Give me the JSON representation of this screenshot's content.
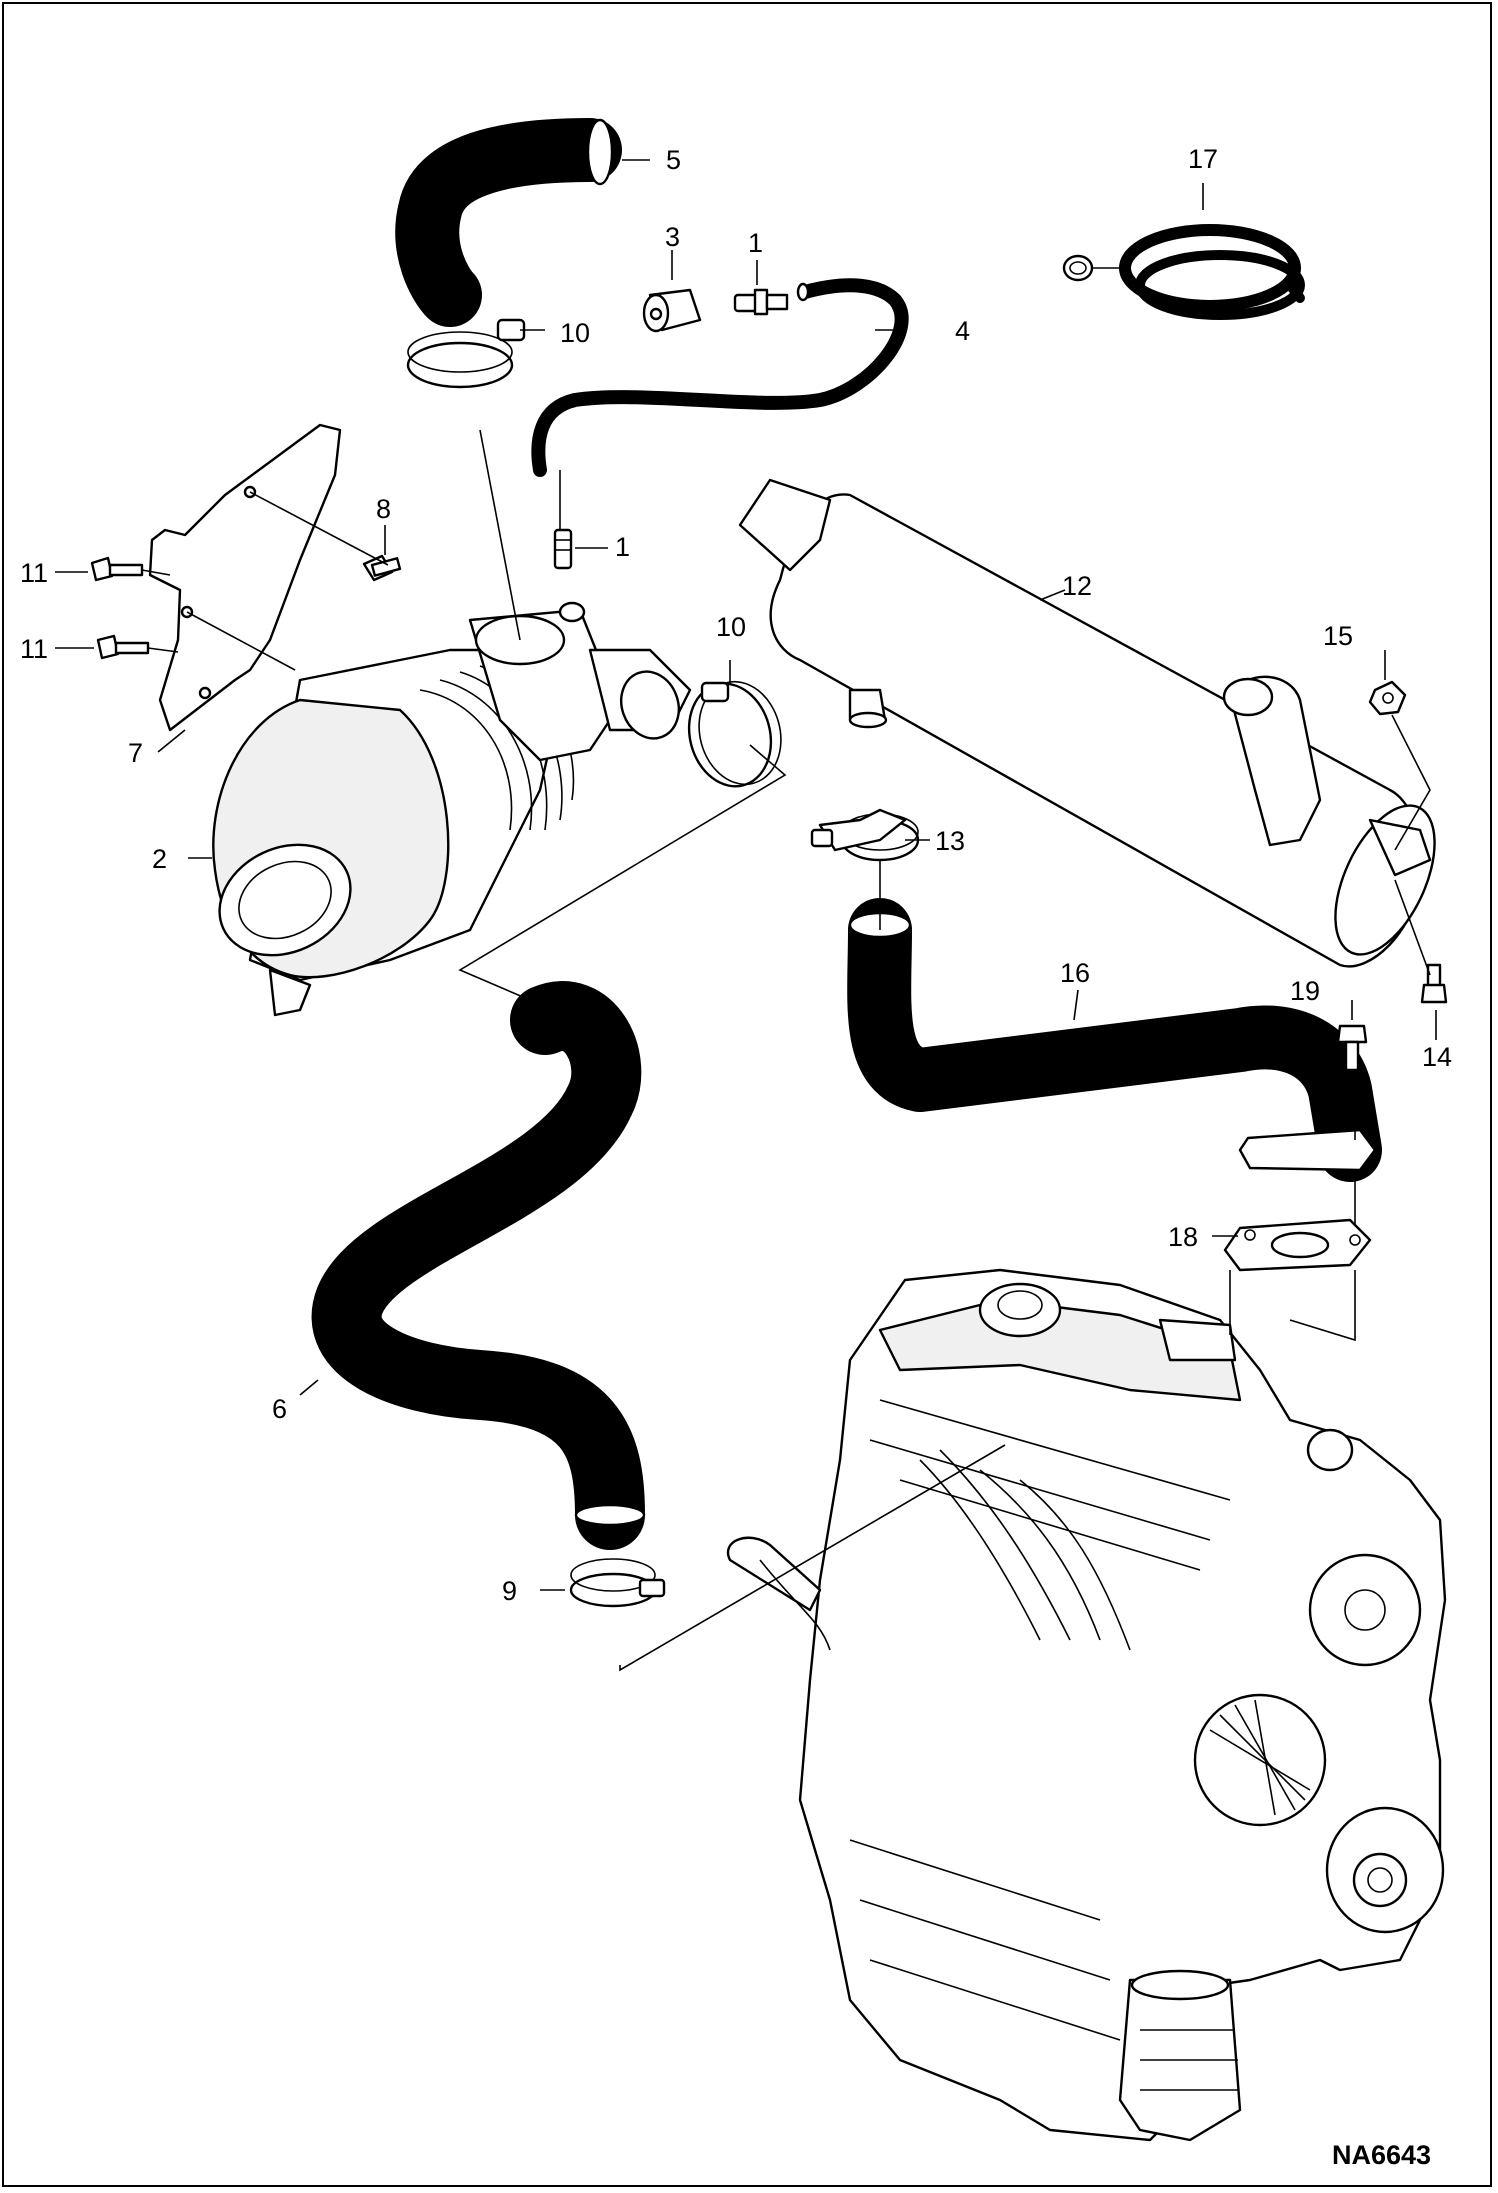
{
  "diagram": {
    "drawing_code": "NA6643",
    "callouts": [
      "1",
      "1",
      "2",
      "3",
      "4",
      "5",
      "6",
      "7",
      "8",
      "9",
      "10",
      "10",
      "11",
      "11",
      "12",
      "13",
      "14",
      "15",
      "16",
      "17",
      "18",
      "19"
    ]
  }
}
